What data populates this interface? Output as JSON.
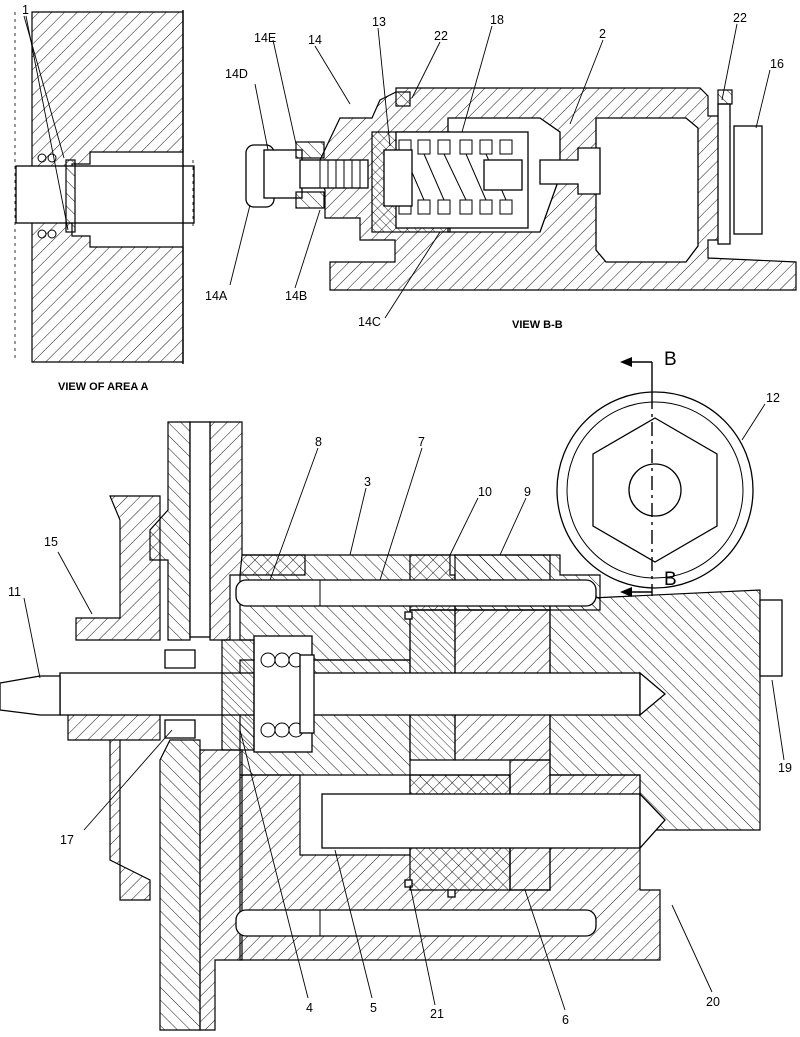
{
  "view_titles": {
    "area_a": "VIEW OF AREA  A",
    "section_bb": "VIEW B-B"
  },
  "section_marker": "B",
  "callouts_area_a": [
    "1"
  ],
  "callouts_bb": [
    "14D",
    "14E",
    "14",
    "13",
    "22",
    "18",
    "2",
    "22",
    "16",
    "14A",
    "14B",
    "14C"
  ],
  "callouts_main": [
    "8",
    "3",
    "7",
    "10",
    "9",
    "12",
    "15",
    "11",
    "19",
    "17",
    "4",
    "5",
    "21",
    "6",
    "20"
  ]
}
